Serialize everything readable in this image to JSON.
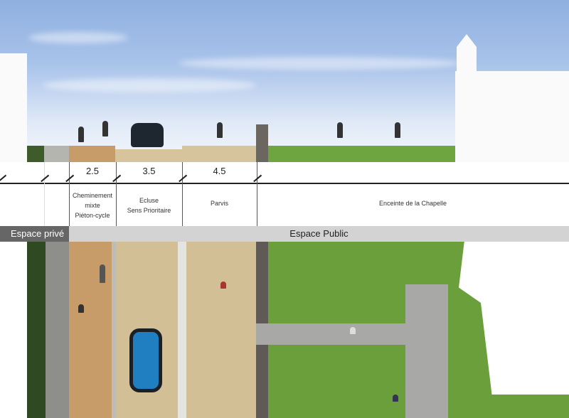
{
  "dimensions": [
    "2.5",
    "3.5",
    "4.5"
  ],
  "zones": [
    {
      "label_lines": [
        "Cheminement",
        "mixte",
        "Piéton-cycle"
      ]
    },
    {
      "label_lines": [
        "Ecluse",
        "Sens Prioritaire"
      ]
    },
    {
      "label_lines": [
        "Parvis"
      ]
    },
    {
      "label_lines": [
        "Enceinte de la Chapelle"
      ]
    }
  ],
  "bars": {
    "private": "Espace privé",
    "public": "Espace Public"
  },
  "colors": {
    "grass": "#5e9a35",
    "paving": "#c9b48a",
    "path": "#c89c68",
    "gravel": "#9a9a96"
  }
}
